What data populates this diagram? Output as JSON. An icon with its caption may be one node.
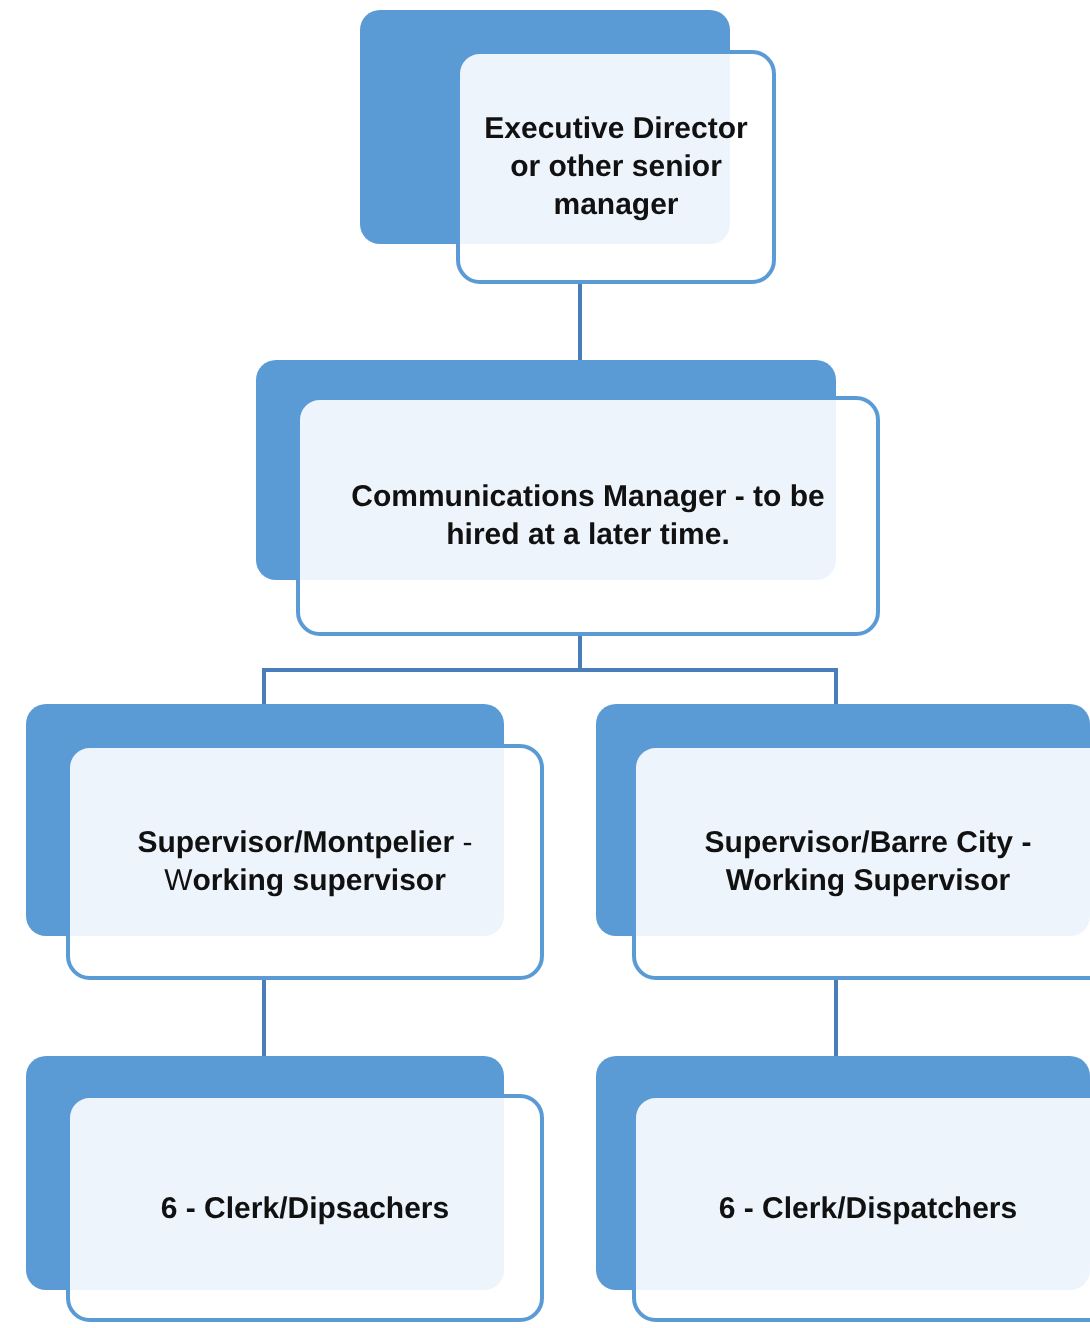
{
  "diagram": {
    "nodes": [
      {
        "text": [
          "Executive Director or other senior manager"
        ]
      },
      {
        "text": [
          "Communications Manager - to be hired at a later time."
        ]
      },
      {
        "text": [
          "**Supervisor/Montpelier** - W**orking supervisor**"
        ]
      },
      {
        "text": [
          "**Supervisor/Barre City - Working Supervisor**"
        ]
      },
      {
        "text": [
          "**6 - Clerk/Dipsachers**"
        ]
      },
      {
        "text": [
          "**6 - Clerk/Dispatchers**"
        ]
      }
    ],
    "edges": [
      {
        "from": 0,
        "to": 1,
        "arrow": "none"
      },
      {
        "from": 1,
        "to": 2,
        "arrow": "none"
      },
      {
        "from": 1,
        "to": 3,
        "arrow": "none"
      },
      {
        "from": 2,
        "to": 4,
        "arrow": "none"
      },
      {
        "from": 3,
        "to": 5,
        "arrow": "none"
      }
    ]
  }
}
